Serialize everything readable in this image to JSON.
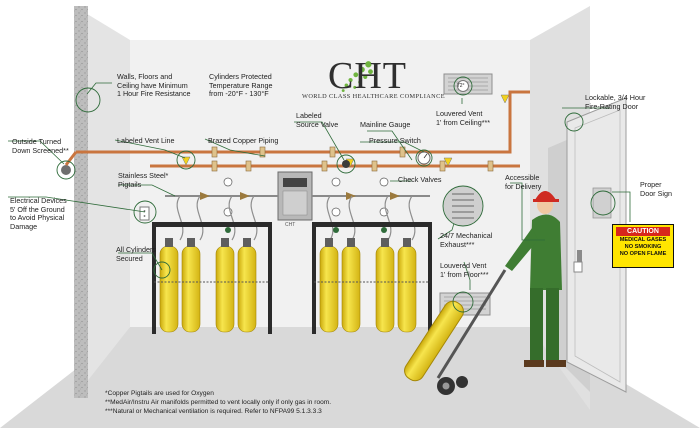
{
  "logo": {
    "name": "CHT",
    "tagline": "WORLD CLASS HEALTHCARE COMPLIANCE"
  },
  "labels": {
    "walls_rating": [
      "Walls, Floors and",
      "Ceiling have Minimum",
      "1 Hour Fire Resistance"
    ],
    "cylinder_temp": [
      "Cylinders Protected",
      "Temperature Range",
      "from -20°F - 130°F"
    ],
    "louvered_vent_ceiling": [
      "Louvered Vent",
      "1' from Ceiling***"
    ],
    "lockable_door": [
      "Lockable, 3/4 Hour",
      "Fire-Rating Door"
    ],
    "outside_turned_down": [
      "Outside Turned",
      "Down Screened**"
    ],
    "labeled_vent_line": "Labeled Vent Line",
    "brazed_copper": "Brazed Copper Piping",
    "labeled_source_valve": [
      "Labeled",
      "Source Valve"
    ],
    "mainline_gauge": "Mainline Gauge",
    "pressure_switch": "Pressure Switch",
    "stainless_pigtails": [
      "Stainless Steel*",
      "Pigtails"
    ],
    "check_valves": "Check Valves",
    "accessible_delivery": [
      "Accessible",
      "for Delivery"
    ],
    "proper_door_sign": [
      "Proper",
      "Door Sign"
    ],
    "electrical_devices": [
      "Electrical Devices",
      "5' Off the Ground",
      "to Avoid Physical",
      "Damage"
    ],
    "mechanical_exhaust": [
      "24/7 Mechanical",
      "Exhaust***"
    ],
    "all_cylinders_secured": [
      "All Cylinders",
      "Secured"
    ],
    "louvered_vent_floor": [
      "Louvered Vent",
      "1' from Floor***"
    ]
  },
  "footnotes": [
    "*Copper Pigtails are used for Oxygen",
    "**MedAir/Instru Air manifolds permitted to vent locally only if only gas in room.",
    "***Natural or Mechanical ventilation is required. Refer to NFPA99 5.1.3.3.3"
  ],
  "door_sign": {
    "caution": "CAUTION",
    "line1": "MEDICAL GASES",
    "line2": "NO SMOKING",
    "line3": "NO OPEN FLAME"
  },
  "gauge_readout": "72°",
  "manifold_badge": "CHT",
  "colors": {
    "cylinder_yellow": "#f2d21d",
    "pipe_copper": "#c9753f",
    "worker_green": "#3f7d33",
    "hard_hat_red": "#cf2b22",
    "logo_green": "#6fb43f"
  }
}
